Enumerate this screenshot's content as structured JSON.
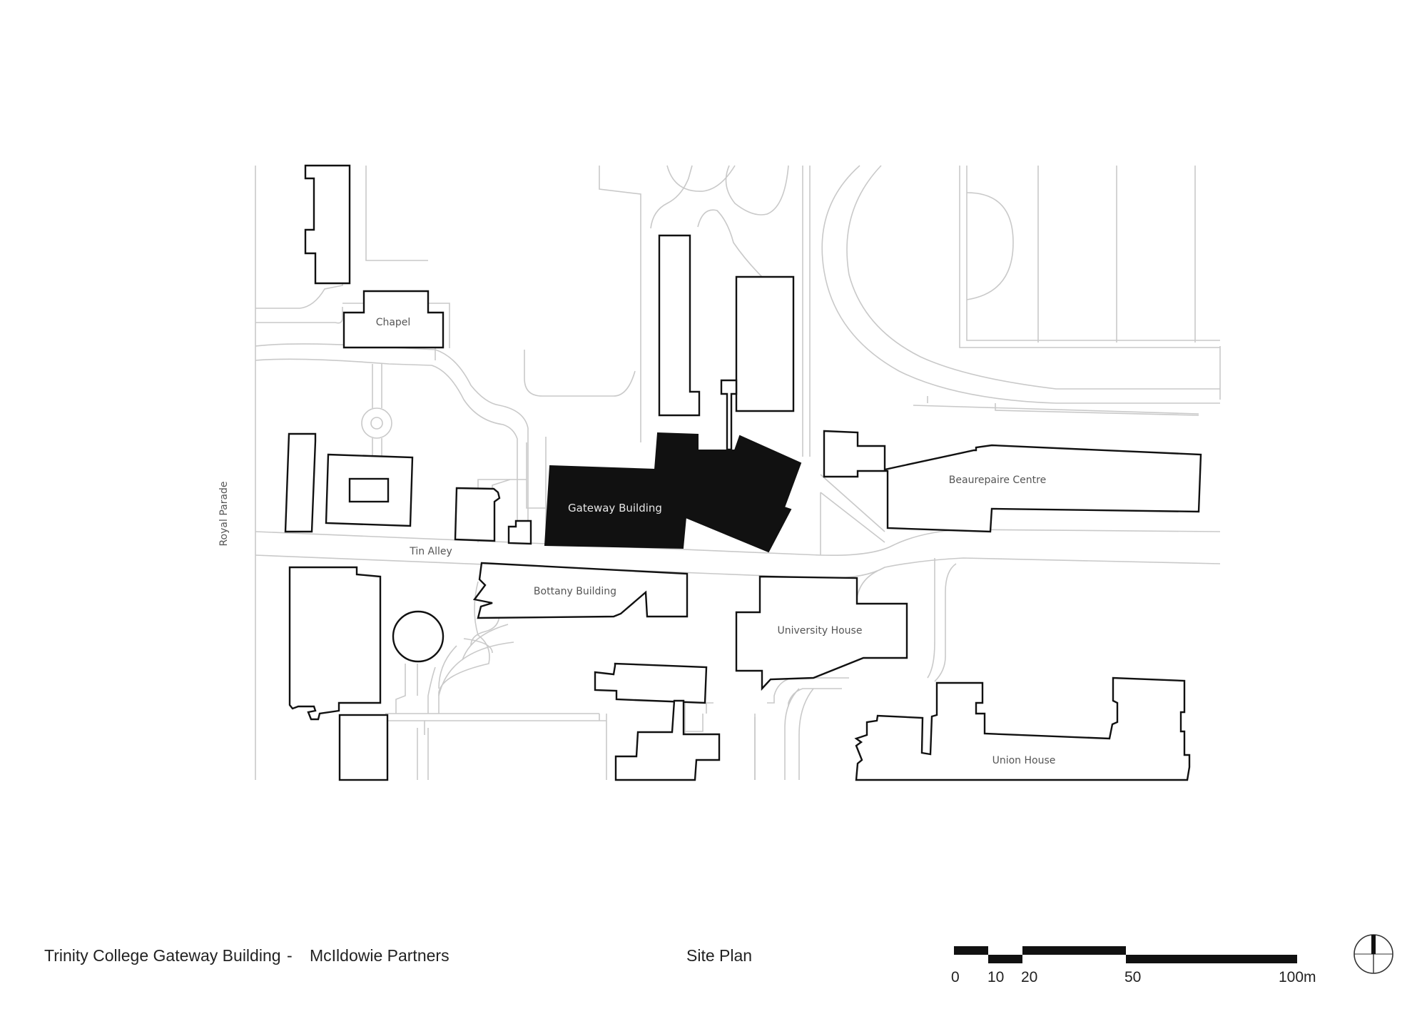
{
  "labels": {
    "chapel": "Chapel",
    "gateway": "Gateway Building",
    "beaurepaire": "Beaurepaire Centre",
    "bottany": "Bottany Building",
    "university_house": "University House",
    "union_house": "Union House",
    "tin_alley": "Tin Alley",
    "royal_parade": "Royal Parade"
  },
  "footer": {
    "title": "Trinity College Gateway Building",
    "separator": "-",
    "architect": "McIldowie Partners",
    "drawing": "Site Plan"
  },
  "scale_bar": {
    "ticks": [
      "0",
      "10",
      "20",
      "50",
      "100m"
    ]
  },
  "north_icon": "north-arrow-icon"
}
